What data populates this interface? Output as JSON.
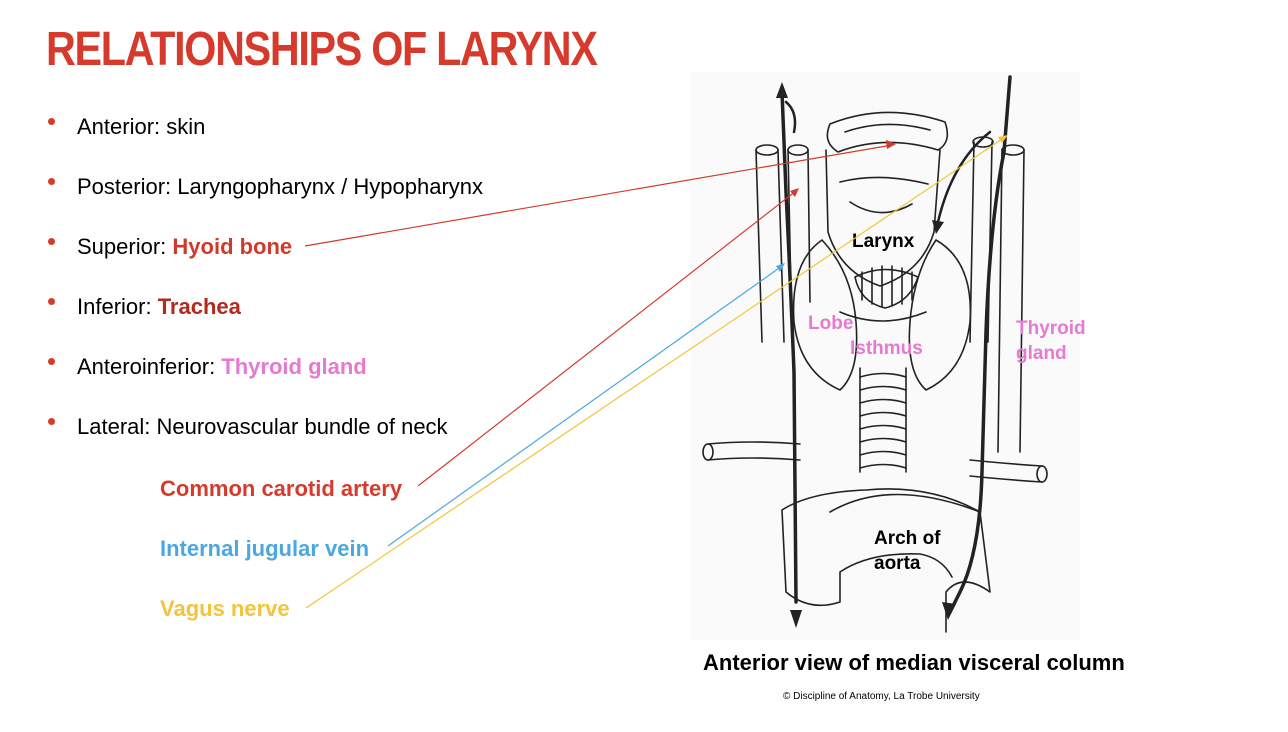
{
  "title": "RELATIONSHIPS OF LARYNX",
  "colors": {
    "title_red": "#d63a2c",
    "hyoid": "#d03a2a",
    "trachea": "#b22a1e",
    "thyroid": "#e57ad0",
    "carotid": "#d63a2c",
    "jugular": "#4aa8e0",
    "vagus": "#f2c43c"
  },
  "bullets": [
    {
      "label": "Anterior: ",
      "highlight": "skin",
      "style": "plain"
    },
    {
      "label": "Posterior: ",
      "highlight": "Laryngopharynx / Hypopharynx",
      "style": "plain"
    },
    {
      "label": "Superior: ",
      "highlight": "Hyoid bone",
      "style": "hyoid"
    },
    {
      "label": "Inferior: ",
      "highlight": "Trachea",
      "style": "trachea"
    },
    {
      "label": "Anteroinferior: ",
      "highlight": "Thyroid gland",
      "style": "thyroid"
    },
    {
      "label": "Lateral: ",
      "highlight": "Neurovascular bundle of neck",
      "style": "plain"
    }
  ],
  "lateral_items": {
    "carotid": "Common carotid artery",
    "jugular": "Internal jugular vein",
    "vagus": "Vagus nerve"
  },
  "figure_labels": {
    "larynx": "Larynx",
    "lobe": "Lobe",
    "isthmus": "Isthmus",
    "thyroid_line1": "Thyroid",
    "thyroid_line2": "gland",
    "aorta_line1": "Arch of",
    "aorta_line2": "aorta"
  },
  "caption": "Anterior view of median visceral column",
  "credit": "© Discipline of Anatomy, La Trobe University"
}
